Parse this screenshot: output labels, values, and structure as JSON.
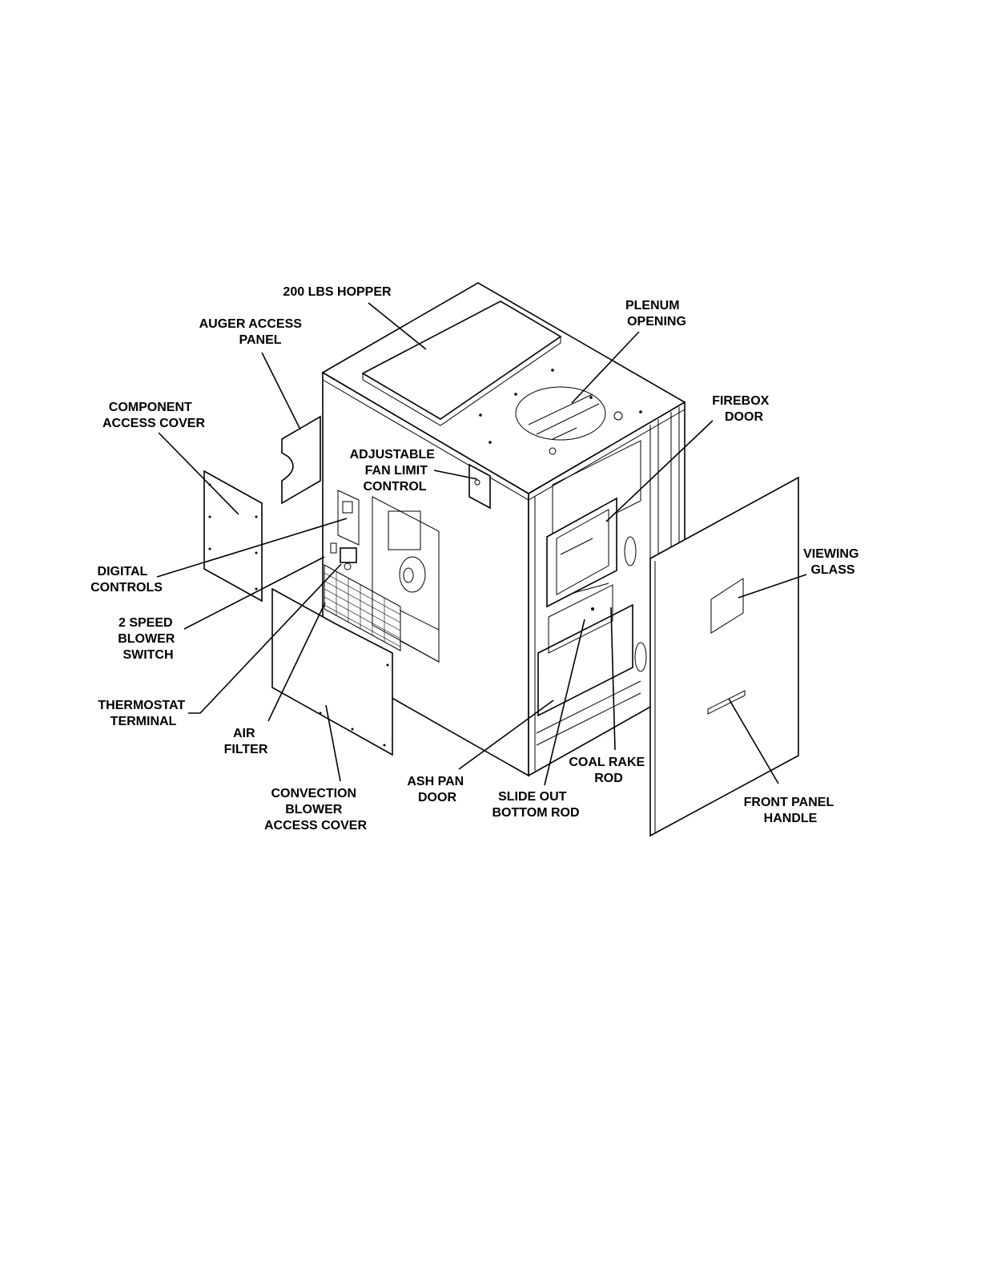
{
  "labels": {
    "hopper": "200 LBS HOPPER",
    "auger_l1": "AUGER ACCESS",
    "auger_l2": "PANEL",
    "plenum_l1": "PLENUM",
    "plenum_l2": "OPENING",
    "firebox_l1": "FIREBOX",
    "firebox_l2": "DOOR",
    "component_l1": "COMPONENT",
    "component_l2": "ACCESS COVER",
    "fanlimit_l1": "ADJUSTABLE",
    "fanlimit_l2": "FAN LIMIT",
    "fanlimit_l3": "CONTROL",
    "viewing_l1": "VIEWING",
    "viewing_l2": "GLASS",
    "digital_l1": "DIGITAL",
    "digital_l2": "CONTROLS",
    "blower_l1": "2 SPEED",
    "blower_l2": "BLOWER",
    "blower_l3": "SWITCH",
    "thermostat_l1": "THERMOSTAT",
    "thermostat_l2": "TERMINAL",
    "airfilter_l1": "AIR",
    "airfilter_l2": "FILTER",
    "convection_l1": "CONVECTION",
    "convection_l2": "BLOWER",
    "convection_l3": "ACCESS COVER",
    "ashpan_l1": "ASH PAN",
    "ashpan_l2": "DOOR",
    "slideout_l1": "SLIDE OUT",
    "slideout_l2": "BOTTOM ROD",
    "coalrake_l1": "COAL RAKE",
    "coalrake_l2": "ROD",
    "handle_l1": "FRONT PANEL",
    "handle_l2": "HANDLE"
  }
}
